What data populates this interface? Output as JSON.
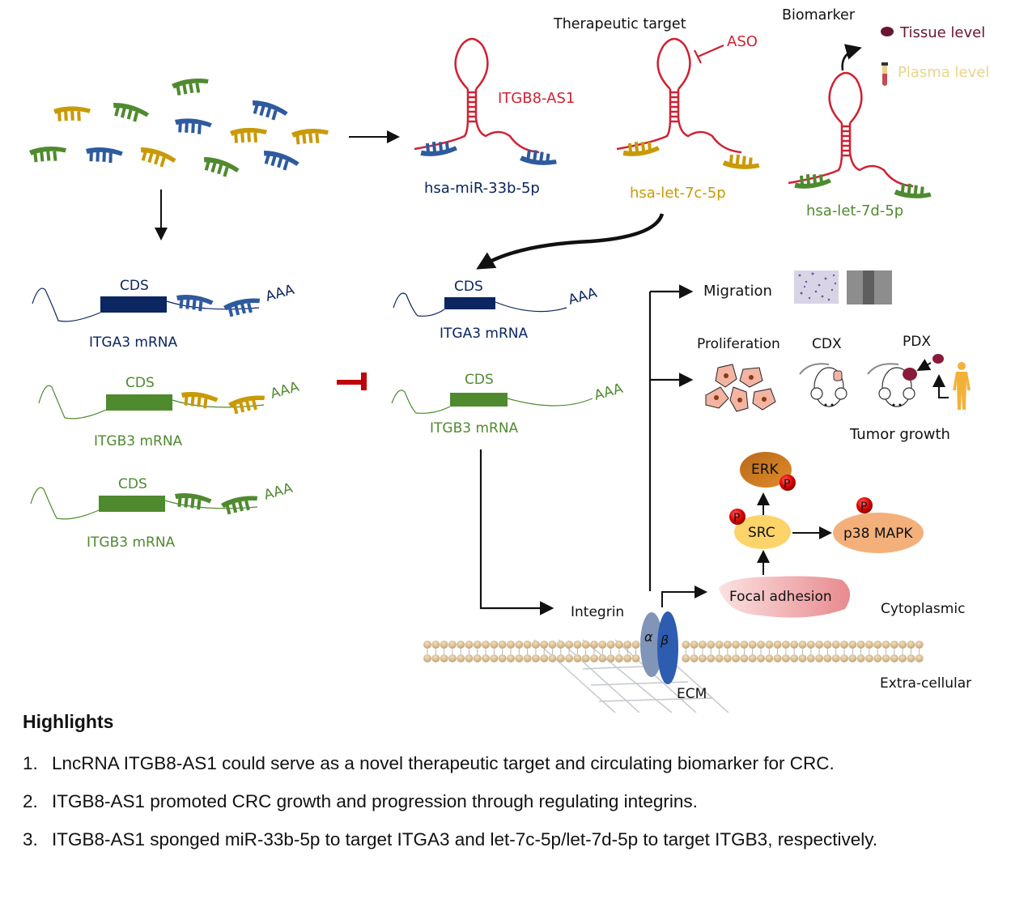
{
  "colors": {
    "blue_mirna": "#2e5a9e",
    "navy": "#0b2660",
    "gold": "#c99a06",
    "green": "#4f8a2f",
    "lnc_red": "#cf2233",
    "inhibit_red": "#c0000a",
    "tissue": "#6b1530",
    "plasma": "#e8d489"
  },
  "top": {
    "lncrna_label": "ITGB8-AS1",
    "therapeutic_target": "Therapeutic target",
    "aso": "ASO",
    "biomarker": "Biomarker",
    "tissue_level": "Tissue level",
    "plasma_level": "Plasma level",
    "mirnas": [
      "hsa-miR-33b-5p",
      "hsa-let-7c-5p",
      "hsa-let-7d-5p"
    ]
  },
  "left_mrnas": [
    {
      "cds": "CDS",
      "name": "ITGA3 mRNA",
      "tail": "AAA"
    },
    {
      "cds": "CDS",
      "name": "ITGB3 mRNA",
      "tail": "AAA"
    },
    {
      "cds": "CDS",
      "name": "ITGB3 mRNA",
      "tail": "AAA"
    }
  ],
  "free_mrnas": [
    {
      "cds": "CDS",
      "name": "ITGA3 mRNA",
      "tail": "AAA"
    },
    {
      "cds": "CDS",
      "name": "ITGB3 mRNA",
      "tail": "AAA"
    }
  ],
  "outcomes": {
    "migration": "Migration",
    "proliferation": "Proliferation",
    "cdx": "CDX",
    "pdx": "PDX",
    "tumor_growth": "Tumor growth"
  },
  "signaling": {
    "erk": "ERK",
    "src": "SRC",
    "p38": "p38 MAPK",
    "phospho": "P",
    "focal_adhesion": "Focal adhesion",
    "integrin": "Integrin",
    "alpha": "α",
    "beta": "β",
    "ecm": "ECM",
    "cytoplasmic": "Cytoplasmic",
    "extracellular": "Extra-cellular"
  },
  "highlights": {
    "title": "Highlights",
    "items": [
      {
        "num": "1.",
        "text": "LncRNA ITGB8-AS1 could serve as a novel therapeutic target and circulating biomarker for CRC."
      },
      {
        "num": "2.",
        "text": "ITGB8-AS1 promoted CRC growth and progression through regulating integrins."
      },
      {
        "num": "3.",
        "text": "ITGB8-AS1 sponged miR-33b-5p to target ITGA3 and let-7c-5p/let-7d-5p to target ITGB3, respectively."
      }
    ]
  }
}
